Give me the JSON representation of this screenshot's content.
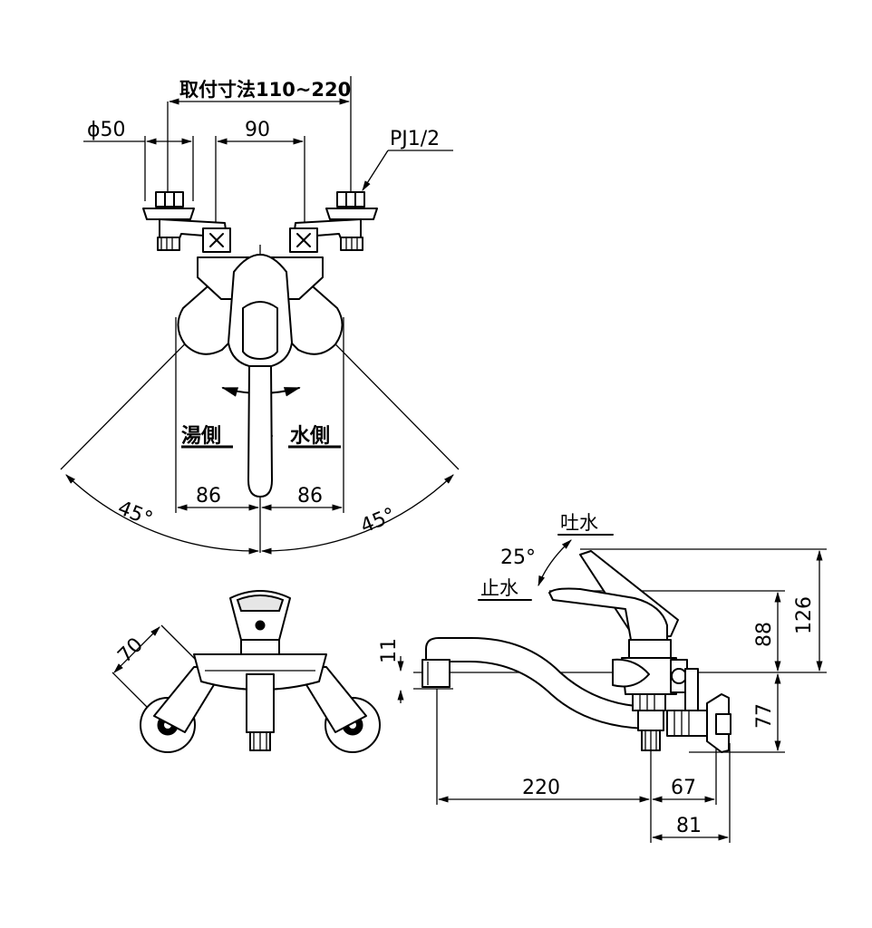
{
  "top_view": {
    "mount_dim": "取付寸法110~220",
    "phi_dim": "ϕ50",
    "center_dim": "90",
    "thread": "PJ1/2",
    "hot_label": "湯側",
    "cold_label": "水側",
    "left_offset": "86",
    "right_offset": "86",
    "left_angle": "45°",
    "right_angle": "45°"
  },
  "front_view": {
    "leg_dim": "70"
  },
  "side_view": {
    "outlet_label": "吐水",
    "stop_label": "止水",
    "lever_angle": "25°",
    "spout_height": "11",
    "lever_height": "88",
    "total_height": "126",
    "below_height": "77",
    "spout_reach": "220",
    "body_depth": "67",
    "wall_depth": "81"
  }
}
